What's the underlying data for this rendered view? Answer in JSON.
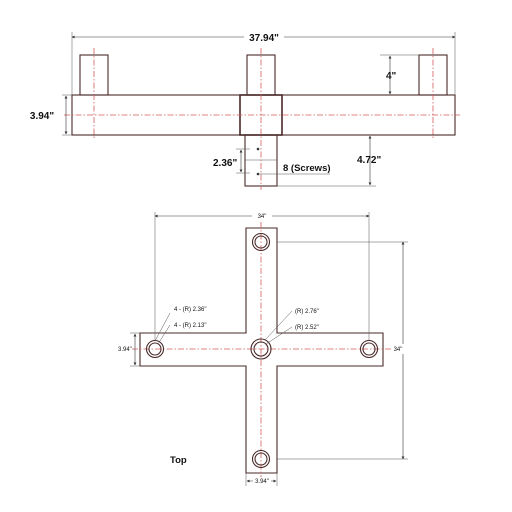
{
  "side_view": {
    "overall_width": "37.94\"",
    "post_height": "4\"",
    "bar_height": "3.94\"",
    "tenon_depth": "2.36\"",
    "screws": "8 (Screws)",
    "tenon_total": "4.72\""
  },
  "top_view": {
    "span_horizontal": "34\"",
    "span_vertical": "34\"",
    "arm_width_left": "3.94\"",
    "arm_width_bottom": "3.94\"",
    "outer_radius": "4 - (R) 2.36\"",
    "inner_radius": "4 - (R) 2.13\"",
    "center_outer_radius": "(R) 2.76\"",
    "center_inner_radius": "(R) 2.52\"",
    "view_label": "Top"
  },
  "colors": {
    "outline": "#4a2a2a",
    "centerline": "#d45a5a",
    "dimension": "#333333"
  }
}
